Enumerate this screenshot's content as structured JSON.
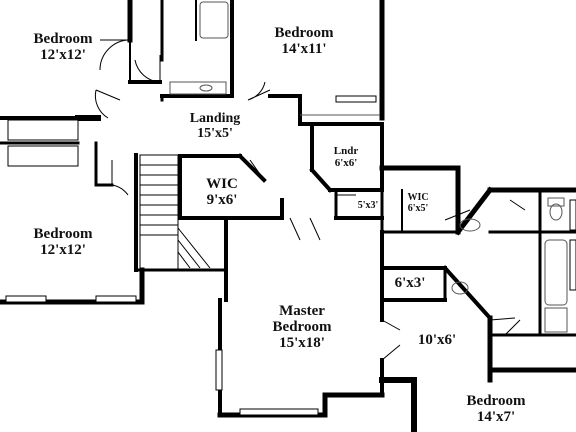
{
  "rooms": {
    "bedroom_nw": {
      "name": "Bedroom",
      "dims": "12'x12'"
    },
    "bedroom_n": {
      "name": "Bedroom",
      "dims": "14'x11'"
    },
    "landing": {
      "name": "Landing",
      "dims": "15'x5'"
    },
    "laundry": {
      "name": "Lndr",
      "dims": "6'x6'"
    },
    "wic_center": {
      "name": "WIC",
      "dims": "9'x6'"
    },
    "closet_small": {
      "dims": "5'x3'"
    },
    "wic_east": {
      "name": "WIC",
      "dims": "6'x5'"
    },
    "bedroom_w": {
      "name": "Bedroom",
      "dims": "12'x12'"
    },
    "hall_63": {
      "dims": "6'x3'"
    },
    "master": {
      "name": "Master",
      "name2": "Bedroom",
      "dims": "15'x18'"
    },
    "room_106": {
      "dims": "10'x6'"
    },
    "bedroom_se": {
      "name": "Bedroom",
      "dims": "14'x7'"
    }
  },
  "colors": {
    "wall": "#000000",
    "fixture": "#555555",
    "background": "#ffffff"
  }
}
